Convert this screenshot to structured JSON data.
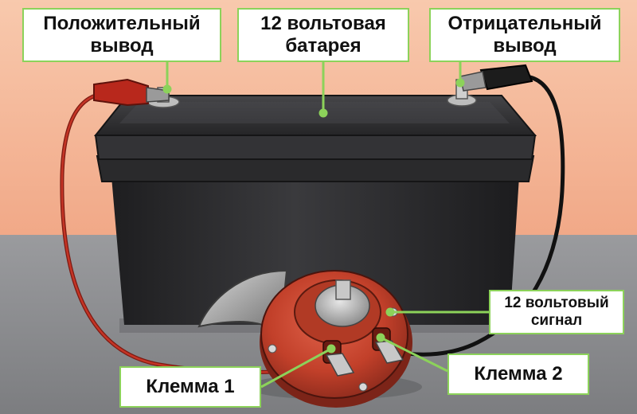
{
  "labels": {
    "positive_terminal": "Положительный вывод",
    "battery": "12 вольтовая батарея",
    "negative_terminal": "Отрицательный вывод",
    "horn": "12 вольтовый сигнал",
    "terminal_1": "Клемма 1",
    "terminal_2": "Клемма 2"
  },
  "colors": {
    "background_top": "#f7c2a4",
    "floor": "#8c8d90",
    "battery_body": "#2c2c2e",
    "horn_red": "#c4442c",
    "wire_red": "#b8281c",
    "wire_black": "#1a1a1a",
    "callout_border": "#8cd25a",
    "leader_line": "#8cd25a"
  }
}
